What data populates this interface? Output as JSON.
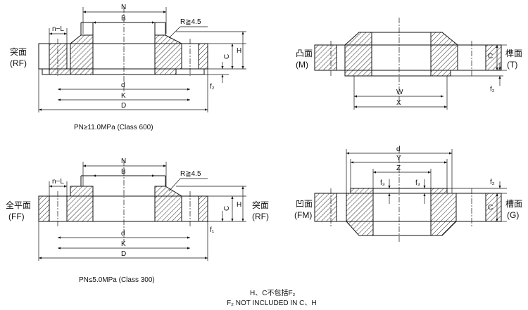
{
  "figures": {
    "top_left": {
      "dims": {
        "n_L": "n−L",
        "N": "N",
        "B": "B",
        "R": "R≧4.5",
        "C": "C",
        "H": "H",
        "f2": "f₂",
        "d": "d",
        "K": "K",
        "D": "D"
      },
      "side_label": {
        "cn": "突面",
        "en": "(RF)"
      },
      "caption": "PN≥11.0MPa (Class 600)"
    },
    "top_right": {
      "dims": {
        "C": "C",
        "f2": "f₂",
        "W": "W",
        "X": "X"
      },
      "left_label": {
        "cn": "凸面",
        "en": "(M)"
      },
      "right_label": {
        "cn": "榫面",
        "en": "(T)"
      }
    },
    "bottom_left": {
      "dims": {
        "n_L": "n−L",
        "N": "N",
        "B": "B",
        "R": "R≧4.5",
        "C": "C",
        "H": "H",
        "f1": "f₁",
        "d": "d",
        "K": "K",
        "D": "D"
      },
      "left_label": {
        "cn": "全平面",
        "en": "(FF)"
      },
      "right_label": {
        "cn": "突面",
        "en": "(RF)"
      },
      "caption": "PN≤5.0MPa (Class 300)"
    },
    "bottom_right": {
      "dims": {
        "d": "d",
        "Y": "Y",
        "Z": "Z",
        "f3a": "f₃",
        "f3b": "f₃",
        "f2": "f₂",
        "C": "C"
      },
      "left_label": {
        "cn": "凹面",
        "en": "(FM)"
      },
      "right_label": {
        "cn": "槽面",
        "en": "(G)"
      }
    }
  },
  "footnote": {
    "line1": "H、C不包括F₂",
    "line2": "F₂ NOT INCLUDED IN C、H"
  }
}
